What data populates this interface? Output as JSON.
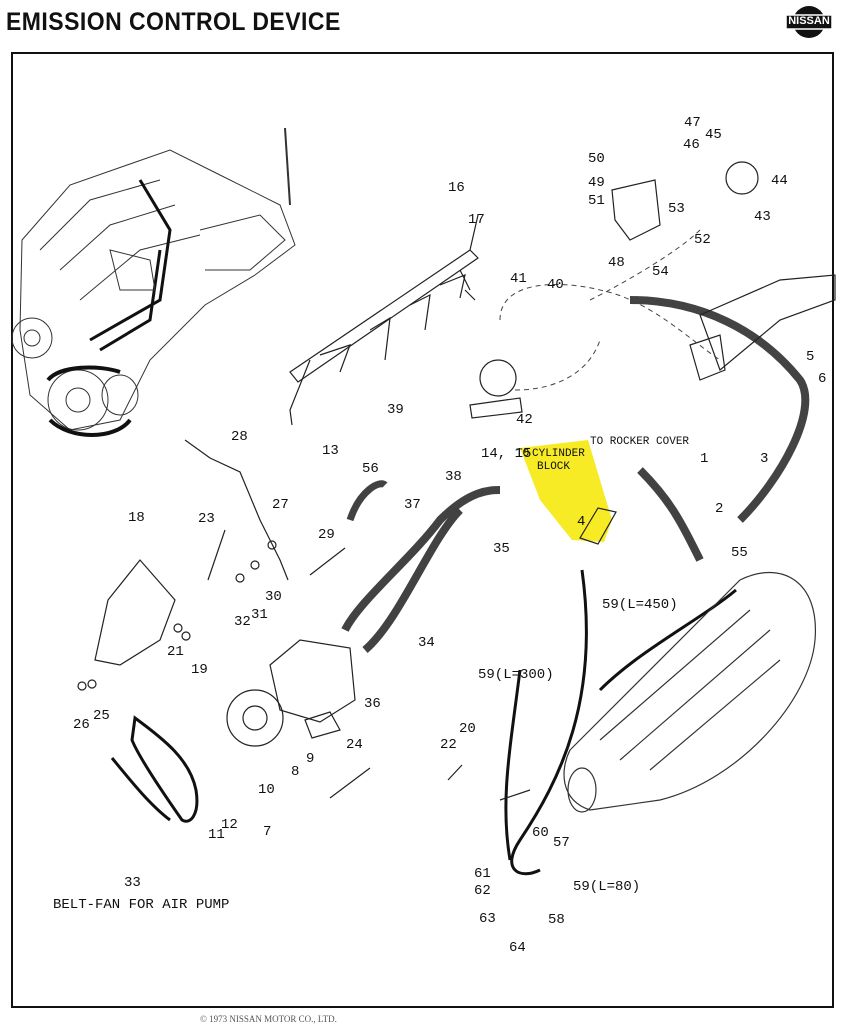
{
  "page": {
    "title": "EMISSION CONTROL DEVICE",
    "logo": "NISSAN"
  },
  "notes": {
    "belt_fan": "BELT-FAN FOR AIR PUMP",
    "to_rocker_cover": "TO ROCKER COVER",
    "to_cylinder": "TO",
    "cylinder_block": "CYLINDER BLOCK"
  },
  "hoses": {
    "l450": "59(L=450)",
    "l300": "59(L=300)",
    "l80": "59(L=80)"
  },
  "footer": "© 1973 NISSAN MOTOR CO., LTD.",
  "highlight_color": "#f7ea1a",
  "parts": [
    "1",
    "2",
    "3",
    "4",
    "5",
    "6",
    "7",
    "8",
    "9",
    "10",
    "11",
    "12",
    "13",
    "14, 15",
    "16",
    "17",
    "18",
    "19",
    "20",
    "21",
    "22",
    "23",
    "24",
    "25",
    "26",
    "27",
    "28",
    "29",
    "30",
    "31",
    "32",
    "33",
    "34",
    "35",
    "36",
    "37",
    "38",
    "39",
    "40",
    "41",
    "42",
    "43",
    "44",
    "45",
    "46",
    "47",
    "48",
    "49",
    "50",
    "51",
    "52",
    "53",
    "54",
    "55",
    "56",
    "57",
    "58",
    "60",
    "61",
    "62",
    "63",
    "64"
  ]
}
